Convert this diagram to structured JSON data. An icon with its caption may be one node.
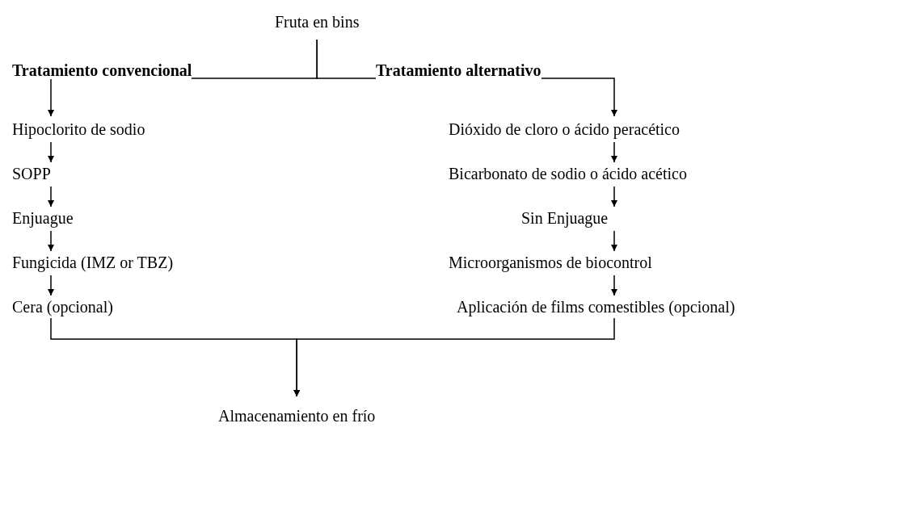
{
  "diagram": {
    "nodes": [
      {
        "text": [
          "Fruta en bins"
        ]
      },
      {
        "text": [
          "Hipoclorito de sodio"
        ]
      },
      {
        "text": [
          "SOPP"
        ]
      },
      {
        "text": [
          "Enjuague"
        ]
      },
      {
        "text": [
          "Fungicida (IMZ or TBZ)"
        ]
      },
      {
        "text": [
          "Cera (opcional)"
        ]
      },
      {
        "text": [
          "Dióxido de cloro o ácido peracético"
        ]
      },
      {
        "text": [
          "Bicarbonato de sodio o ácido acético"
        ]
      },
      {
        "text": [
          "Sin Enjuague"
        ]
      },
      {
        "text": [
          "Microorganismos de biocontrol"
        ]
      },
      {
        "text": [
          "Aplicación de films comestibles (opcional)"
        ]
      },
      {
        "text": [
          "Almacenamiento en frío"
        ]
      }
    ],
    "edges": [
      {
        "from": 0,
        "to": 1,
        "arrow": "to",
        "label": "Tratamiento convencional"
      },
      {
        "from": 0,
        "to": 6,
        "arrow": "to",
        "label": "Tratamiento alternativo"
      },
      {
        "from": 1,
        "to": 2,
        "arrow": "to"
      },
      {
        "from": 2,
        "to": 3,
        "arrow": "to"
      },
      {
        "from": 3,
        "to": 4,
        "arrow": "to"
      },
      {
        "from": 4,
        "to": 5,
        "arrow": "to"
      },
      {
        "from": 6,
        "to": 7,
        "arrow": "to"
      },
      {
        "from": 7,
        "to": 8,
        "arrow": "to"
      },
      {
        "from": 8,
        "to": 9,
        "arrow": "to"
      },
      {
        "from": 9,
        "to": 10,
        "arrow": "to"
      },
      {
        "from": 5,
        "to": 11,
        "arrow": "to"
      },
      {
        "from": 10,
        "to": 11,
        "arrow": "to"
      }
    ]
  }
}
